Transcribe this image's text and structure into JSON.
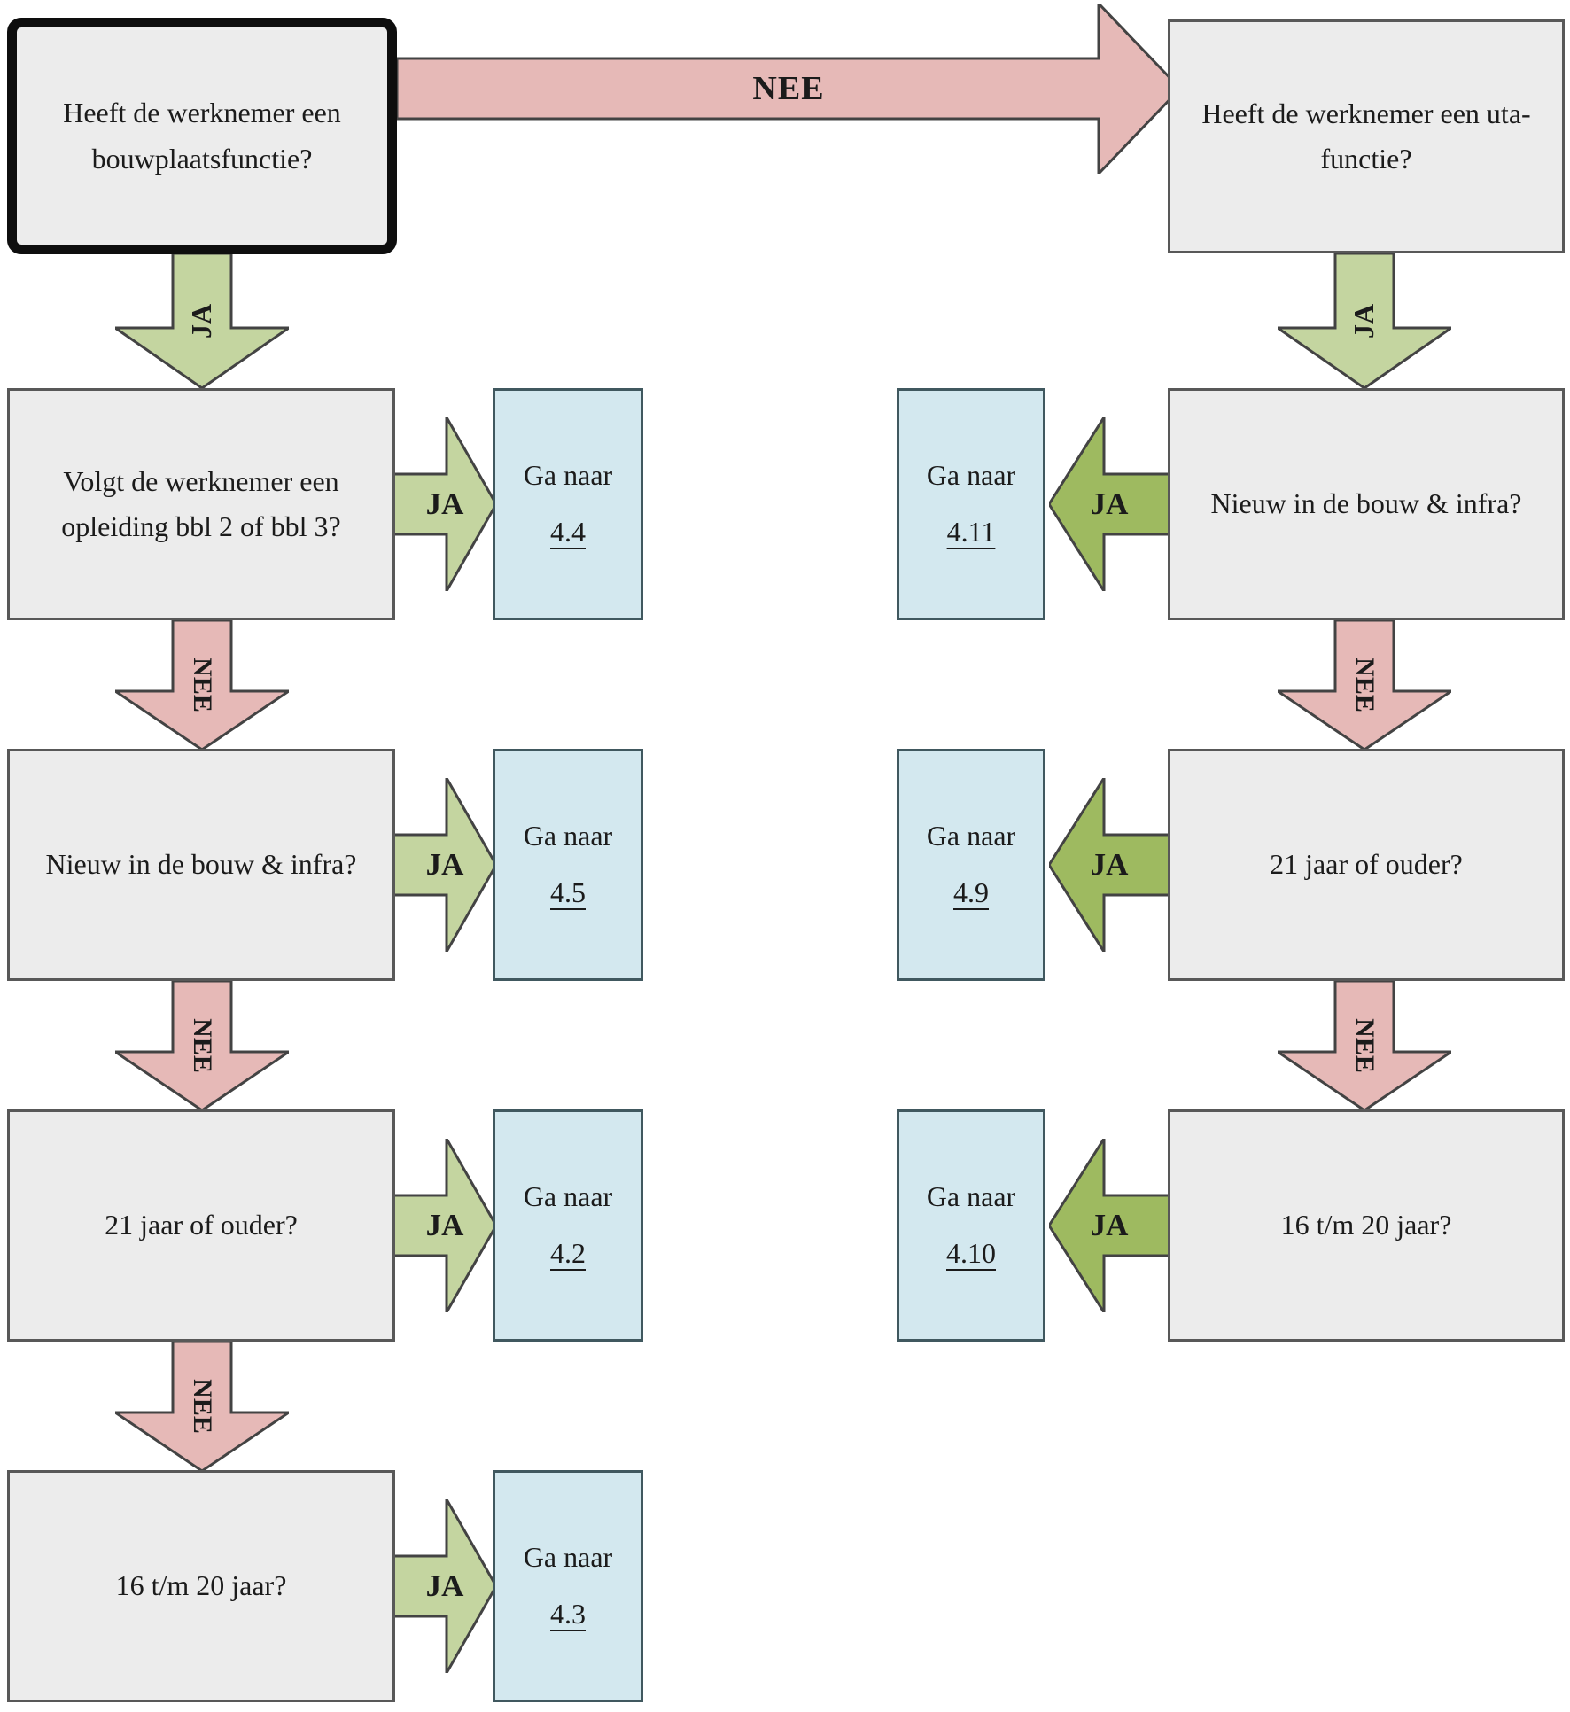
{
  "colors": {
    "bg": "#ffffff",
    "text": "#1b1b1b",
    "box-fill": "#ececec",
    "box-border": "#585858",
    "start-border": "#0e0e0e",
    "blue-fill": "#d3e8ef",
    "blue-border": "#40585f",
    "pink-fill": "#e6b9b7",
    "green-light-fill": "#c4d5a0",
    "green-dark-fill": "#9eba60",
    "outline": "#434343"
  },
  "labels": {
    "yes": "JA",
    "no": "NEE"
  },
  "left_column": {
    "start": "Heeft de werknemer een bouwplaatsfunctie?",
    "steps": [
      {
        "question": "Volgt de werknemer een opleiding bbl 2 of bbl 3?",
        "goto": {
          "prefix": "Ga naar",
          "ref": "4.4"
        }
      },
      {
        "question": "Nieuw in de bouw & infra?",
        "goto": {
          "prefix": "Ga naar",
          "ref": "4.5"
        }
      },
      {
        "question": "21 jaar of ouder?",
        "goto": {
          "prefix": "Ga naar",
          "ref": "4.2"
        }
      },
      {
        "question": "16 t/m 20 jaar?",
        "goto": {
          "prefix": "Ga naar",
          "ref": "4.3"
        }
      }
    ]
  },
  "right_column": {
    "start": "Heeft de werknemer een uta-functie?",
    "steps": [
      {
        "question": "Nieuw in de bouw & infra?",
        "goto": {
          "prefix": "Ga naar",
          "ref": "4.11"
        }
      },
      {
        "question": "21 jaar of ouder?",
        "goto": {
          "prefix": "Ga naar",
          "ref": "4.9"
        }
      },
      {
        "question": "16 t/m 20 jaar?",
        "goto": {
          "prefix": "Ga naar",
          "ref": "4.10"
        }
      }
    ]
  }
}
